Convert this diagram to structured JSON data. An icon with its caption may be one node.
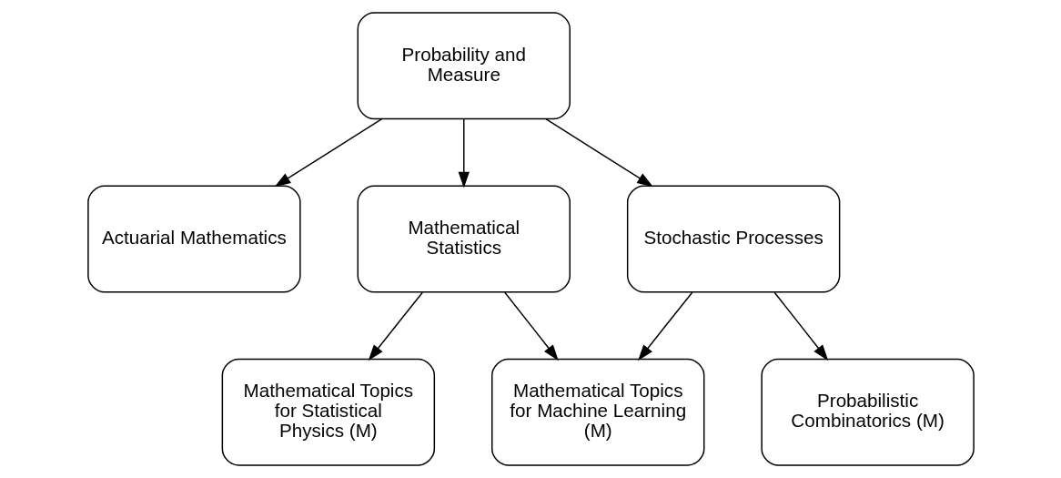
{
  "diagram": {
    "nodes": [
      {
        "text": [
          "Probability and Measure"
        ]
      },
      {
        "text": [
          "Actuarial Mathematics"
        ]
      },
      {
        "text": [
          "Mathematical Statistics"
        ]
      },
      {
        "text": [
          "Stochastic Processes"
        ]
      },
      {
        "text": [
          "Mathematical Topics for Statistical Physics (M)"
        ]
      },
      {
        "text": [
          "Mathematical Topics for Machine Learning (M)"
        ]
      },
      {
        "text": [
          "Probabilistic Combinatorics (M)"
        ]
      }
    ],
    "edges": [
      {
        "from": 0,
        "to": 1,
        "arrow": "to"
      },
      {
        "from": 0,
        "to": 2,
        "arrow": "to"
      },
      {
        "from": 0,
        "to": 3,
        "arrow": "to"
      },
      {
        "from": 2,
        "to": 4,
        "arrow": "to"
      },
      {
        "from": 2,
        "to": 5,
        "arrow": "to"
      },
      {
        "from": 3,
        "to": 5,
        "arrow": "to"
      },
      {
        "from": 3,
        "to": 6,
        "arrow": "to"
      }
    ]
  }
}
